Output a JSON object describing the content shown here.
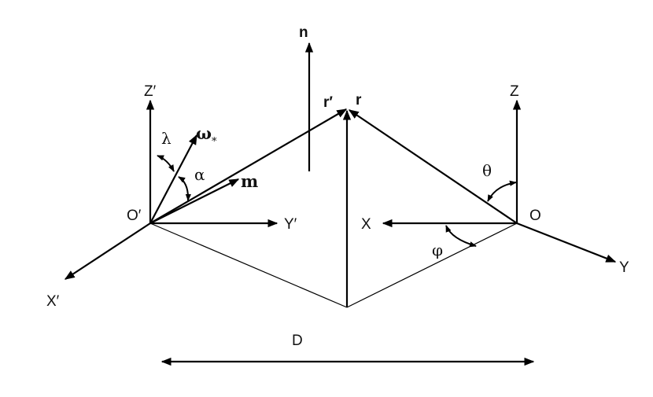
{
  "labels": {
    "n": "n",
    "z_prime": "Z′",
    "z": "Z",
    "r_prime": "r′",
    "r": "r",
    "lambda": "λ",
    "omega": "ω",
    "omega_sub": "*",
    "alpha": "α",
    "m": "m",
    "theta": "θ",
    "o_prime": "O′",
    "y_prime": "Y′",
    "x": "X",
    "o": "O",
    "phi": "φ",
    "x_prime": "X′",
    "y": "Y",
    "d": "D"
  }
}
